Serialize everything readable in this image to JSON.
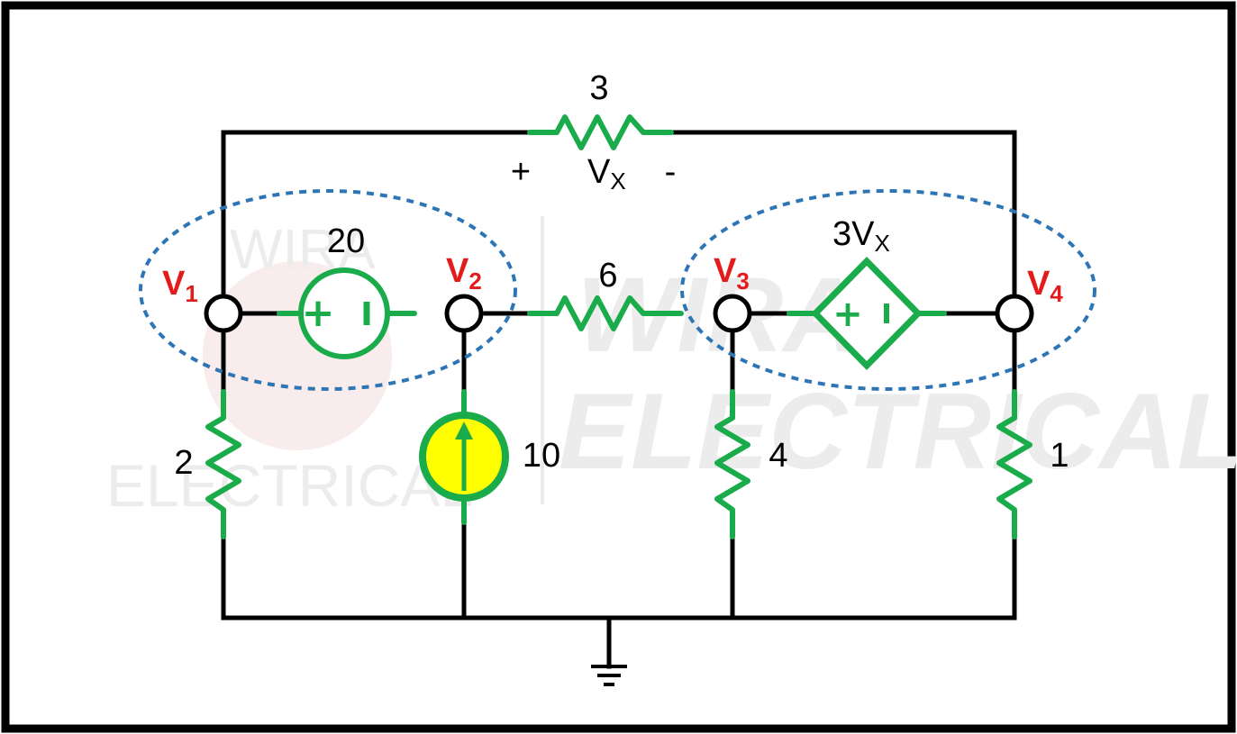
{
  "watermark": {
    "left_top": "WIRA",
    "left_bottom": "ELECTRICAL",
    "right_top": "WIRA",
    "right_bottom": "ELECTRICAL"
  },
  "resistors": {
    "top": "3",
    "middle": "6",
    "left": "2",
    "center": "4",
    "right": "1"
  },
  "vx": {
    "plus": "+",
    "base": "V",
    "sub": "X",
    "minus": "-"
  },
  "voltage_source": {
    "value": "20",
    "plus": "+"
  },
  "current_source": {
    "value": "10"
  },
  "dependent_source": {
    "coef": "3V",
    "sub": "X",
    "plus": "+"
  },
  "nodes": [
    {
      "base": "V",
      "sub": "1"
    },
    {
      "base": "V",
      "sub": "2"
    },
    {
      "base": "V",
      "sub": "3"
    },
    {
      "base": "V",
      "sub": "4"
    }
  ],
  "colors": {
    "wire": "#000000",
    "component": "#1aab4b",
    "current_source_fill": "#ffff00",
    "supernode_ellipse": "#2e75b6",
    "node_label": "#e31b1b",
    "border": "#000000"
  }
}
